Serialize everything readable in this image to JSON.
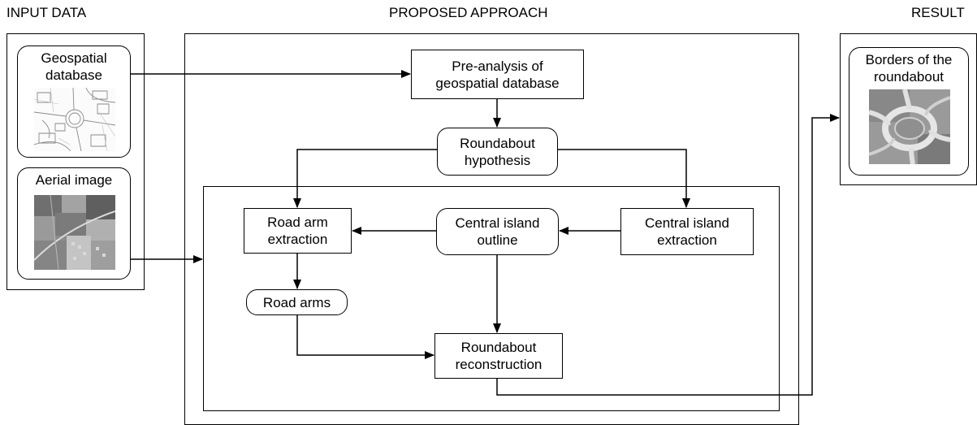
{
  "headers": {
    "input": "INPUT DATA",
    "approach": "PROPOSED APPROACH",
    "result": "RESULT"
  },
  "input": {
    "geospatial": [
      "Geospatial",
      "database"
    ],
    "aerial": [
      "Aerial image"
    ]
  },
  "result": {
    "borders": [
      "Borders of the",
      "roundabout"
    ]
  },
  "nodes": {
    "preanalysis": [
      "Pre-analysis of",
      "geospatial database"
    ],
    "hypothesis": [
      "Roundabout",
      "hypothesis"
    ],
    "road_arm_extraction": [
      "Road arm",
      "extraction"
    ],
    "central_island_outline": [
      "Central island",
      "outline"
    ],
    "central_island_extraction": [
      "Central island",
      "extraction"
    ],
    "road_arms": [
      "Road arms"
    ],
    "reconstruction": [
      "Roundabout",
      "reconstruction"
    ]
  }
}
